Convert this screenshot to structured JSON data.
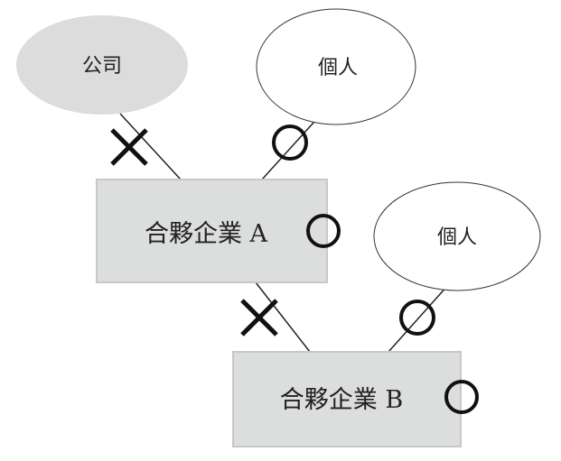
{
  "nodes": {
    "company": {
      "label": "公司",
      "fill": "#dcdcdc"
    },
    "individual_top": {
      "label": "個人"
    },
    "partnership_a": {
      "label": "合夥企業 A",
      "fill": "#dcdddd"
    },
    "individual_right": {
      "label": "個人"
    },
    "partnership_b": {
      "label": "合夥企業 B",
      "fill": "#dcdddd"
    }
  }
}
